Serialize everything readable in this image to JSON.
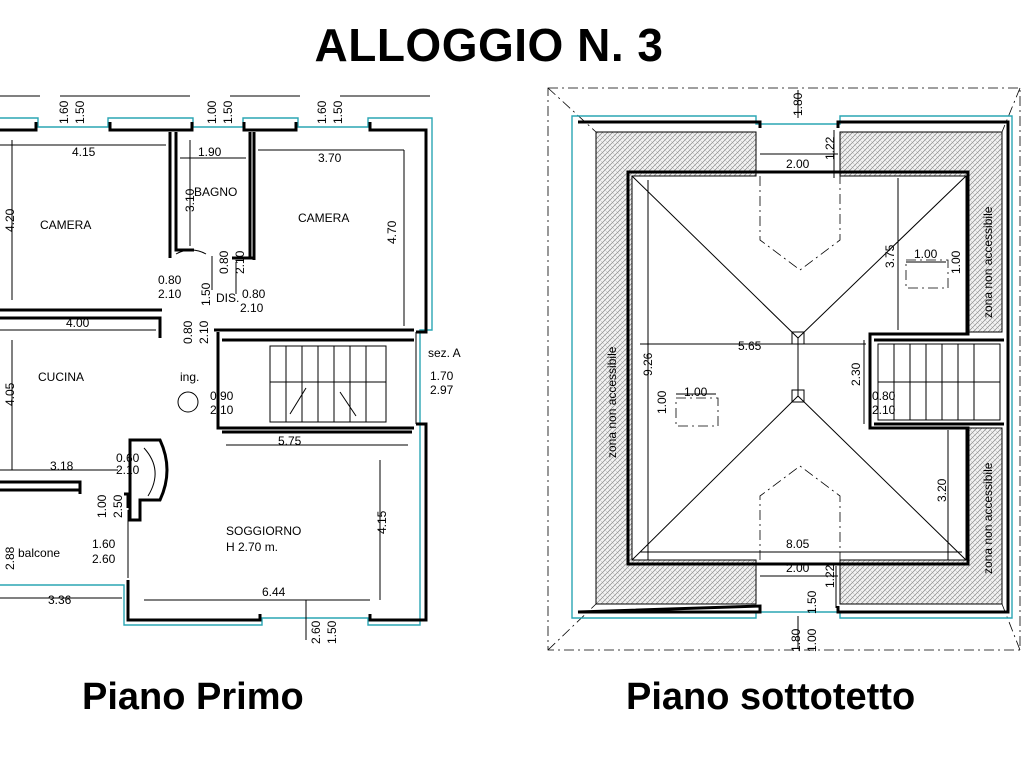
{
  "title": "ALLOGGIO N. 3",
  "captions": {
    "left": "Piano Primo",
    "right": "Piano sottotetto"
  },
  "primo": {
    "rooms": {
      "camera1": "CAMERA",
      "bagno": "BAGNO",
      "camera2": "CAMERA",
      "cucina": "CUCINA",
      "soggiorno": "SOGGIORNO",
      "soggiorno_h": "H 2.70 m.",
      "balcone": "balcone",
      "dis": "DIS.",
      "ing": "ing.",
      "sez": "sez. A"
    },
    "dims": {
      "w1a": "1.60",
      "w1b": "1.50",
      "w2a": "1.00",
      "w2b": "1.50",
      "w3a": "1.60",
      "w3b": "1.50",
      "c1w": "4.15",
      "c1h": "4.20",
      "bw": "1.90",
      "bh": "3.10",
      "c2w": "3.70",
      "c2h": "4.70",
      "d1a": "0.80",
      "d1b": "2.10",
      "d2a": "0.80",
      "d2b": "2.10",
      "d3a": "1.50",
      "d3b": "0.80",
      "d3c": "2.10",
      "cuw": "4.00",
      "cuh": "4.05",
      "d4a": "0.80",
      "d4b": "2.10",
      "d5a": "0.90",
      "d5b": "2.10",
      "sa": "1.70",
      "sb": "2.97",
      "s1": "5.75",
      "cu2": "3.18",
      "f1a": "0.60",
      "f1b": "2.10",
      "f2a": "1.00",
      "f2b": "2.50",
      "f3a": "1.60",
      "f3b": "2.60",
      "sh": "4.15",
      "sw": "6.44",
      "bal": "3.36",
      "b1a": "2.60",
      "b1b": "1.50",
      "lb": "2.88"
    }
  },
  "sottotetto": {
    "zona": "zona non accessibile",
    "dims": {
      "t1": "1.80",
      "t2": "1.22",
      "t3": "2.00",
      "h1": "3.75",
      "hole1a": "1.00",
      "hole1b": "1.00",
      "mid": "5.65",
      "left_h": "9.26",
      "hole2a": "1.00",
      "hole2b": "1.00",
      "st1": "2.30",
      "st2": "0.80",
      "st3": "2.10",
      "h2": "3.20",
      "bw": "8.05",
      "b1": "2.00",
      "b2": "1.22",
      "b3": "1.50",
      "b4": "1.80",
      "b5": "1.00"
    }
  }
}
